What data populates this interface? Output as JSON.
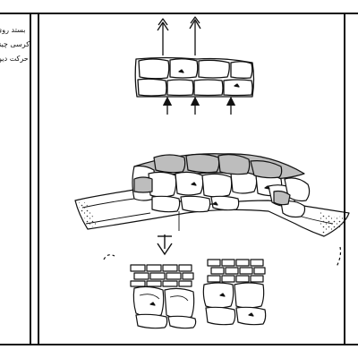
{
  "caption": {
    "lines": [
      "بستد روی",
      "کرسی چینه",
      "حرکت دیوا"
    ]
  },
  "figures": {
    "top": "wall-front-elevation-with-load-arrows",
    "middle": "stone-wall-corner-perspective-on-ground",
    "bottom": "two-stacked-wall-sections"
  },
  "colors": {
    "ink": "#111111",
    "stone_shade": "#bdbdbd",
    "paper": "#ffffff"
  }
}
